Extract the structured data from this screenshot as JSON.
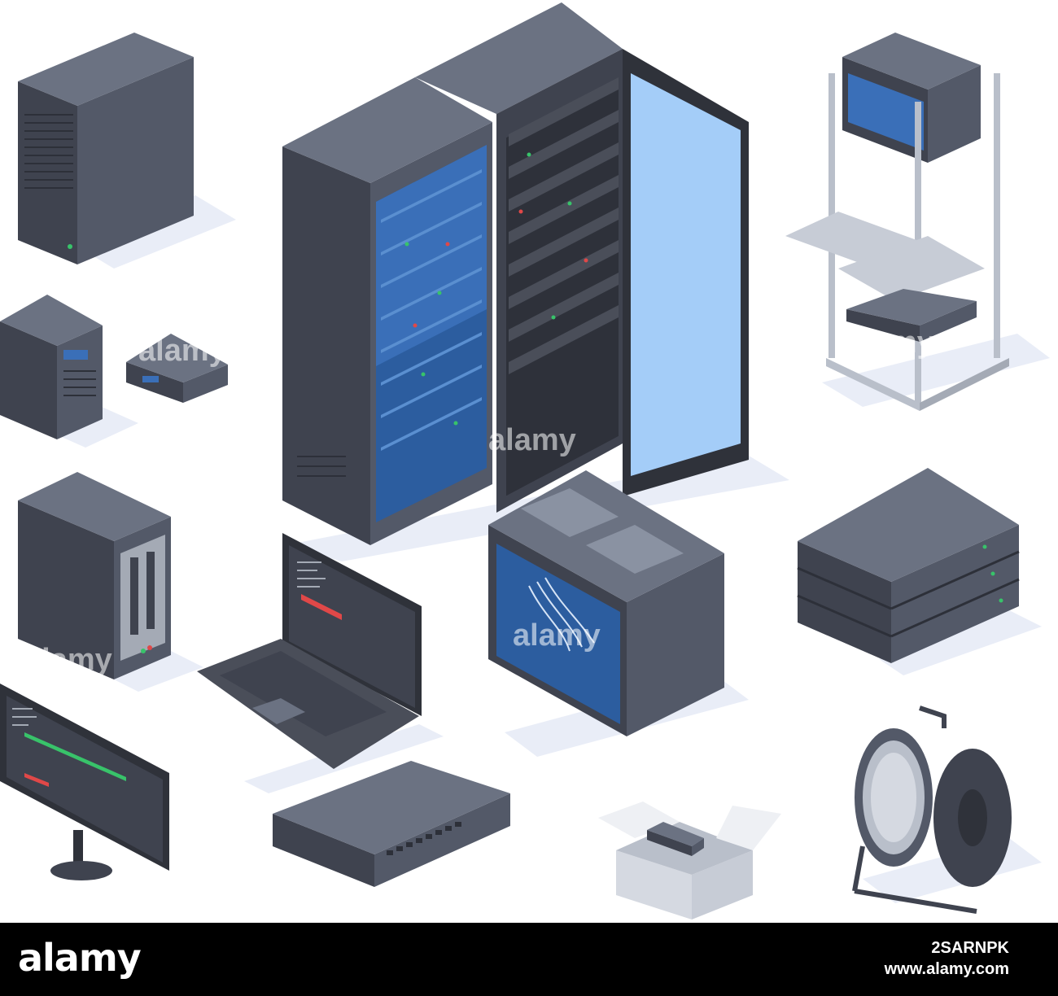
{
  "watermark": "alamy",
  "footer": {
    "brand": "alamy",
    "image_id": "2SARNPK",
    "site": "www.alamy.com"
  },
  "colors": {
    "dark": "#3f434f",
    "mid": "#535968",
    "light": "#6b7282",
    "shadow": "#e9edf7",
    "screen": "#3a6fb8",
    "screen_light": "#9fc7f4",
    "led_green": "#38c36a",
    "led_red": "#e04848"
  },
  "items": [
    "tower-server",
    "small-server",
    "network-switch-small",
    "server-rack-cabinet",
    "mobile-rack-stand",
    "nas-server",
    "laptop",
    "wall-mount-rack",
    "stacked-servers",
    "monitor",
    "network-switch",
    "boxed-router",
    "cable-reel"
  ]
}
